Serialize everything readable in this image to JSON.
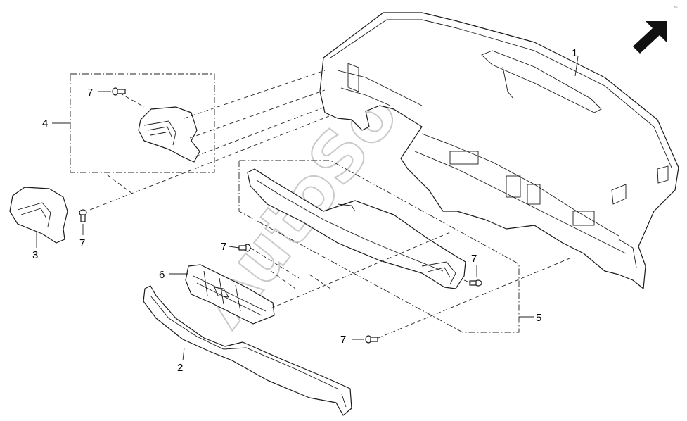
{
  "callouts": {
    "c1": "1",
    "c2": "2",
    "c3": "3",
    "c4": "4",
    "c5": "5",
    "c6": "6",
    "c7a": "7",
    "c7b": "7",
    "c7c": "7",
    "c7d": "7",
    "c7e": "7"
  },
  "watermark": "AutoSoft",
  "icons": {
    "direction": "front-arrow-icon",
    "fastener": "screw-icon"
  },
  "colors": {
    "line": "#1a1a1a",
    "watermark": "#c9c9c9",
    "background": "#ffffff"
  }
}
